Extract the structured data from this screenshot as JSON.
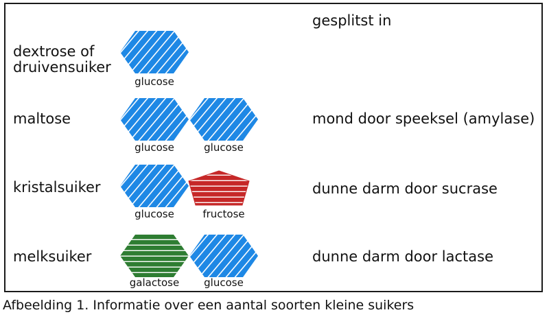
{
  "header": {
    "split_label": "gesplitst in"
  },
  "colors": {
    "glucose": "#1e88e5",
    "fructose": "#c62828",
    "galactose": "#2e7d32",
    "stripe": "#ffffff",
    "border": "#1a1a1a"
  },
  "rows": [
    {
      "name": "dextrose of druivensuiker",
      "name_line1": "dextrose of",
      "name_line2": "druivensuiker",
      "split": "",
      "units": [
        {
          "shape": "hexagon",
          "label": "glucose"
        }
      ]
    },
    {
      "name": "maltose",
      "split": "mond door speeksel (amylase)",
      "units": [
        {
          "shape": "hexagon",
          "label": "glucose"
        },
        {
          "shape": "hexagon",
          "label": "glucose"
        }
      ]
    },
    {
      "name": "kristalsuiker",
      "split": "dunne darm door sucrase",
      "units": [
        {
          "shape": "hexagon",
          "label": "glucose"
        },
        {
          "shape": "pentagon",
          "label": "fructose"
        }
      ]
    },
    {
      "name": "melksuiker",
      "split": "dunne darm door lactase",
      "units": [
        {
          "shape": "hexagon",
          "label": "galactose"
        },
        {
          "shape": "hexagon",
          "label": "glucose"
        }
      ]
    }
  ],
  "caption": "Afbeelding 1.  Informatie over een aantal soorten kleine suikers"
}
